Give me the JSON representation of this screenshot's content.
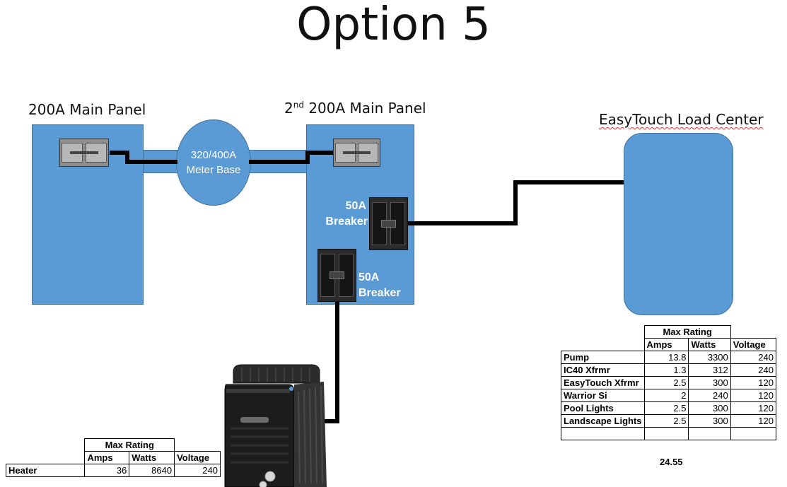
{
  "title": "Option 5",
  "labels": {
    "main_panel": "200A Main Panel",
    "second_panel_sup": "nd",
    "second_panel_num": "2",
    "second_panel_rest": " 200A Main Panel",
    "load_center": "EasyTouch Load Center"
  },
  "meter": {
    "line1": "320/400A",
    "line2": "Meter Base"
  },
  "breakers": [
    {
      "line1": "50A",
      "line2": "Breaker"
    },
    {
      "line1": "50A",
      "line2": "Breaker"
    }
  ],
  "load_table": {
    "group_header": "Max Rating",
    "columns": [
      "Amps",
      "Watts",
      "Voltage"
    ],
    "rows": [
      {
        "name": "Pump",
        "amps": "13.8",
        "watts": "3300",
        "voltage": "240"
      },
      {
        "name": "IC40 Xfrmr",
        "amps": "1.3",
        "watts": "312",
        "voltage": "240"
      },
      {
        "name": "EasyTouch Xfrmr",
        "amps": "2.5",
        "watts": "300",
        "voltage": "120"
      },
      {
        "name": "Warrior Si",
        "amps": "2",
        "watts": "240",
        "voltage": "120"
      },
      {
        "name": "Pool Lights",
        "amps": "2.5",
        "watts": "300",
        "voltage": "120"
      },
      {
        "name": "Landscape Lights",
        "amps": "2.5",
        "watts": "300",
        "voltage": "120"
      }
    ],
    "total_amps": "24.55"
  },
  "heater_table": {
    "group_header": "Max Rating",
    "columns": [
      "Amps",
      "Watts",
      "Voltage"
    ],
    "rows": [
      {
        "name": "Heater",
        "amps": "36",
        "watts": "8640",
        "voltage": "240"
      }
    ]
  },
  "colors": {
    "panel": "#5b9bd5",
    "wire": "#000000"
  }
}
